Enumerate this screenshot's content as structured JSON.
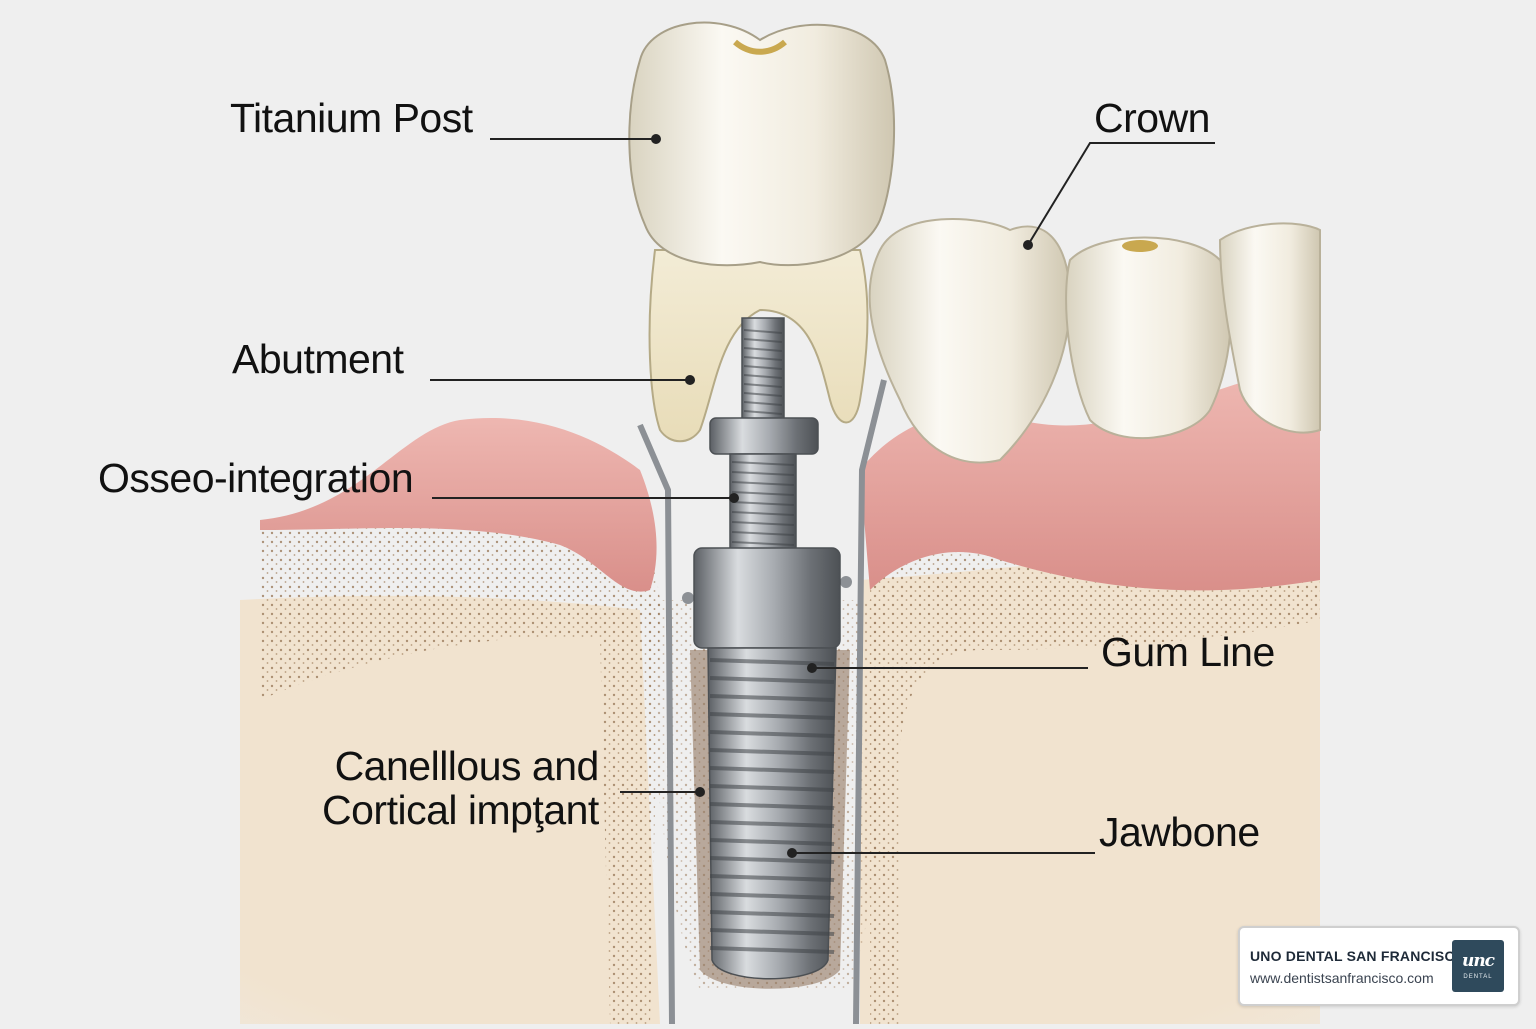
{
  "labels": {
    "titanium_post": "Titanium Post",
    "crown": "Crown",
    "abutment": "Abutment",
    "osseointegration": "Osseo-integration",
    "gum_line": "Gum Line",
    "cancellous_line1": "Canelllous and",
    "cancellous_line2": "Cortical impţant",
    "jawbone": "Jawbone"
  },
  "brand": {
    "name": "UNO DENTAL SAN FRANCISCO",
    "url": "www.dentistsanfrancisco.com",
    "logo_script": "unc",
    "logo_word": "DENTAL"
  },
  "colors": {
    "background": "#efefef",
    "gum": "#e7a9a4",
    "bone": "#efdcc0",
    "tooth": "#f4efe2",
    "titanium": "#9a9ea3",
    "brand_logo": "#2f4a5c"
  }
}
